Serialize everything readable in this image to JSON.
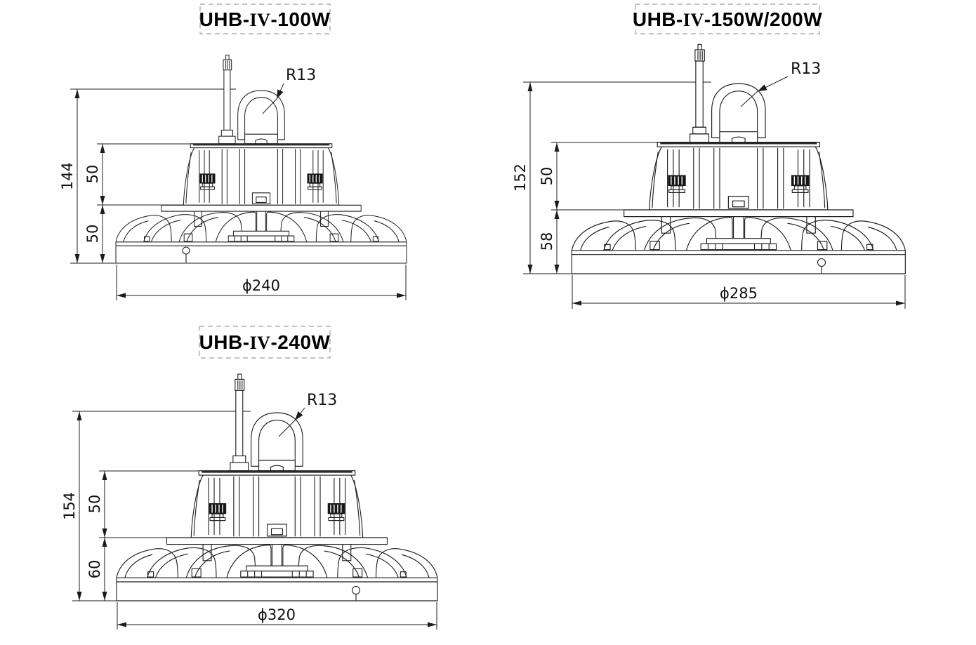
{
  "page": {
    "background": "#ffffff"
  },
  "colors": {
    "line": "#1c1c1c",
    "dimension_text": "#111111",
    "title_text": "#000000",
    "title_box_border": "#9e9e9e",
    "knob_fill": "#161616"
  },
  "figures": [
    {
      "title": {
        "prefix": "UHB-",
        "series": "IV",
        "suffix": "-100W"
      },
      "ring_label": "R13",
      "dims": {
        "total": "144",
        "upper": "50",
        "lower": "50",
        "diameter": "ϕ240"
      }
    },
    {
      "title": {
        "prefix": "UHB-",
        "series": "IV",
        "suffix": "-150W/200W"
      },
      "ring_label": "R13",
      "dims": {
        "total": "152",
        "upper": "50",
        "lower": "58",
        "diameter": "ϕ285"
      }
    },
    {
      "title": {
        "prefix": "UHB-",
        "series": "IV",
        "suffix": "-240W"
      },
      "ring_label": "R13",
      "dims": {
        "total": "154",
        "upper": "50",
        "lower": "60",
        "diameter": "ϕ320"
      }
    }
  ]
}
